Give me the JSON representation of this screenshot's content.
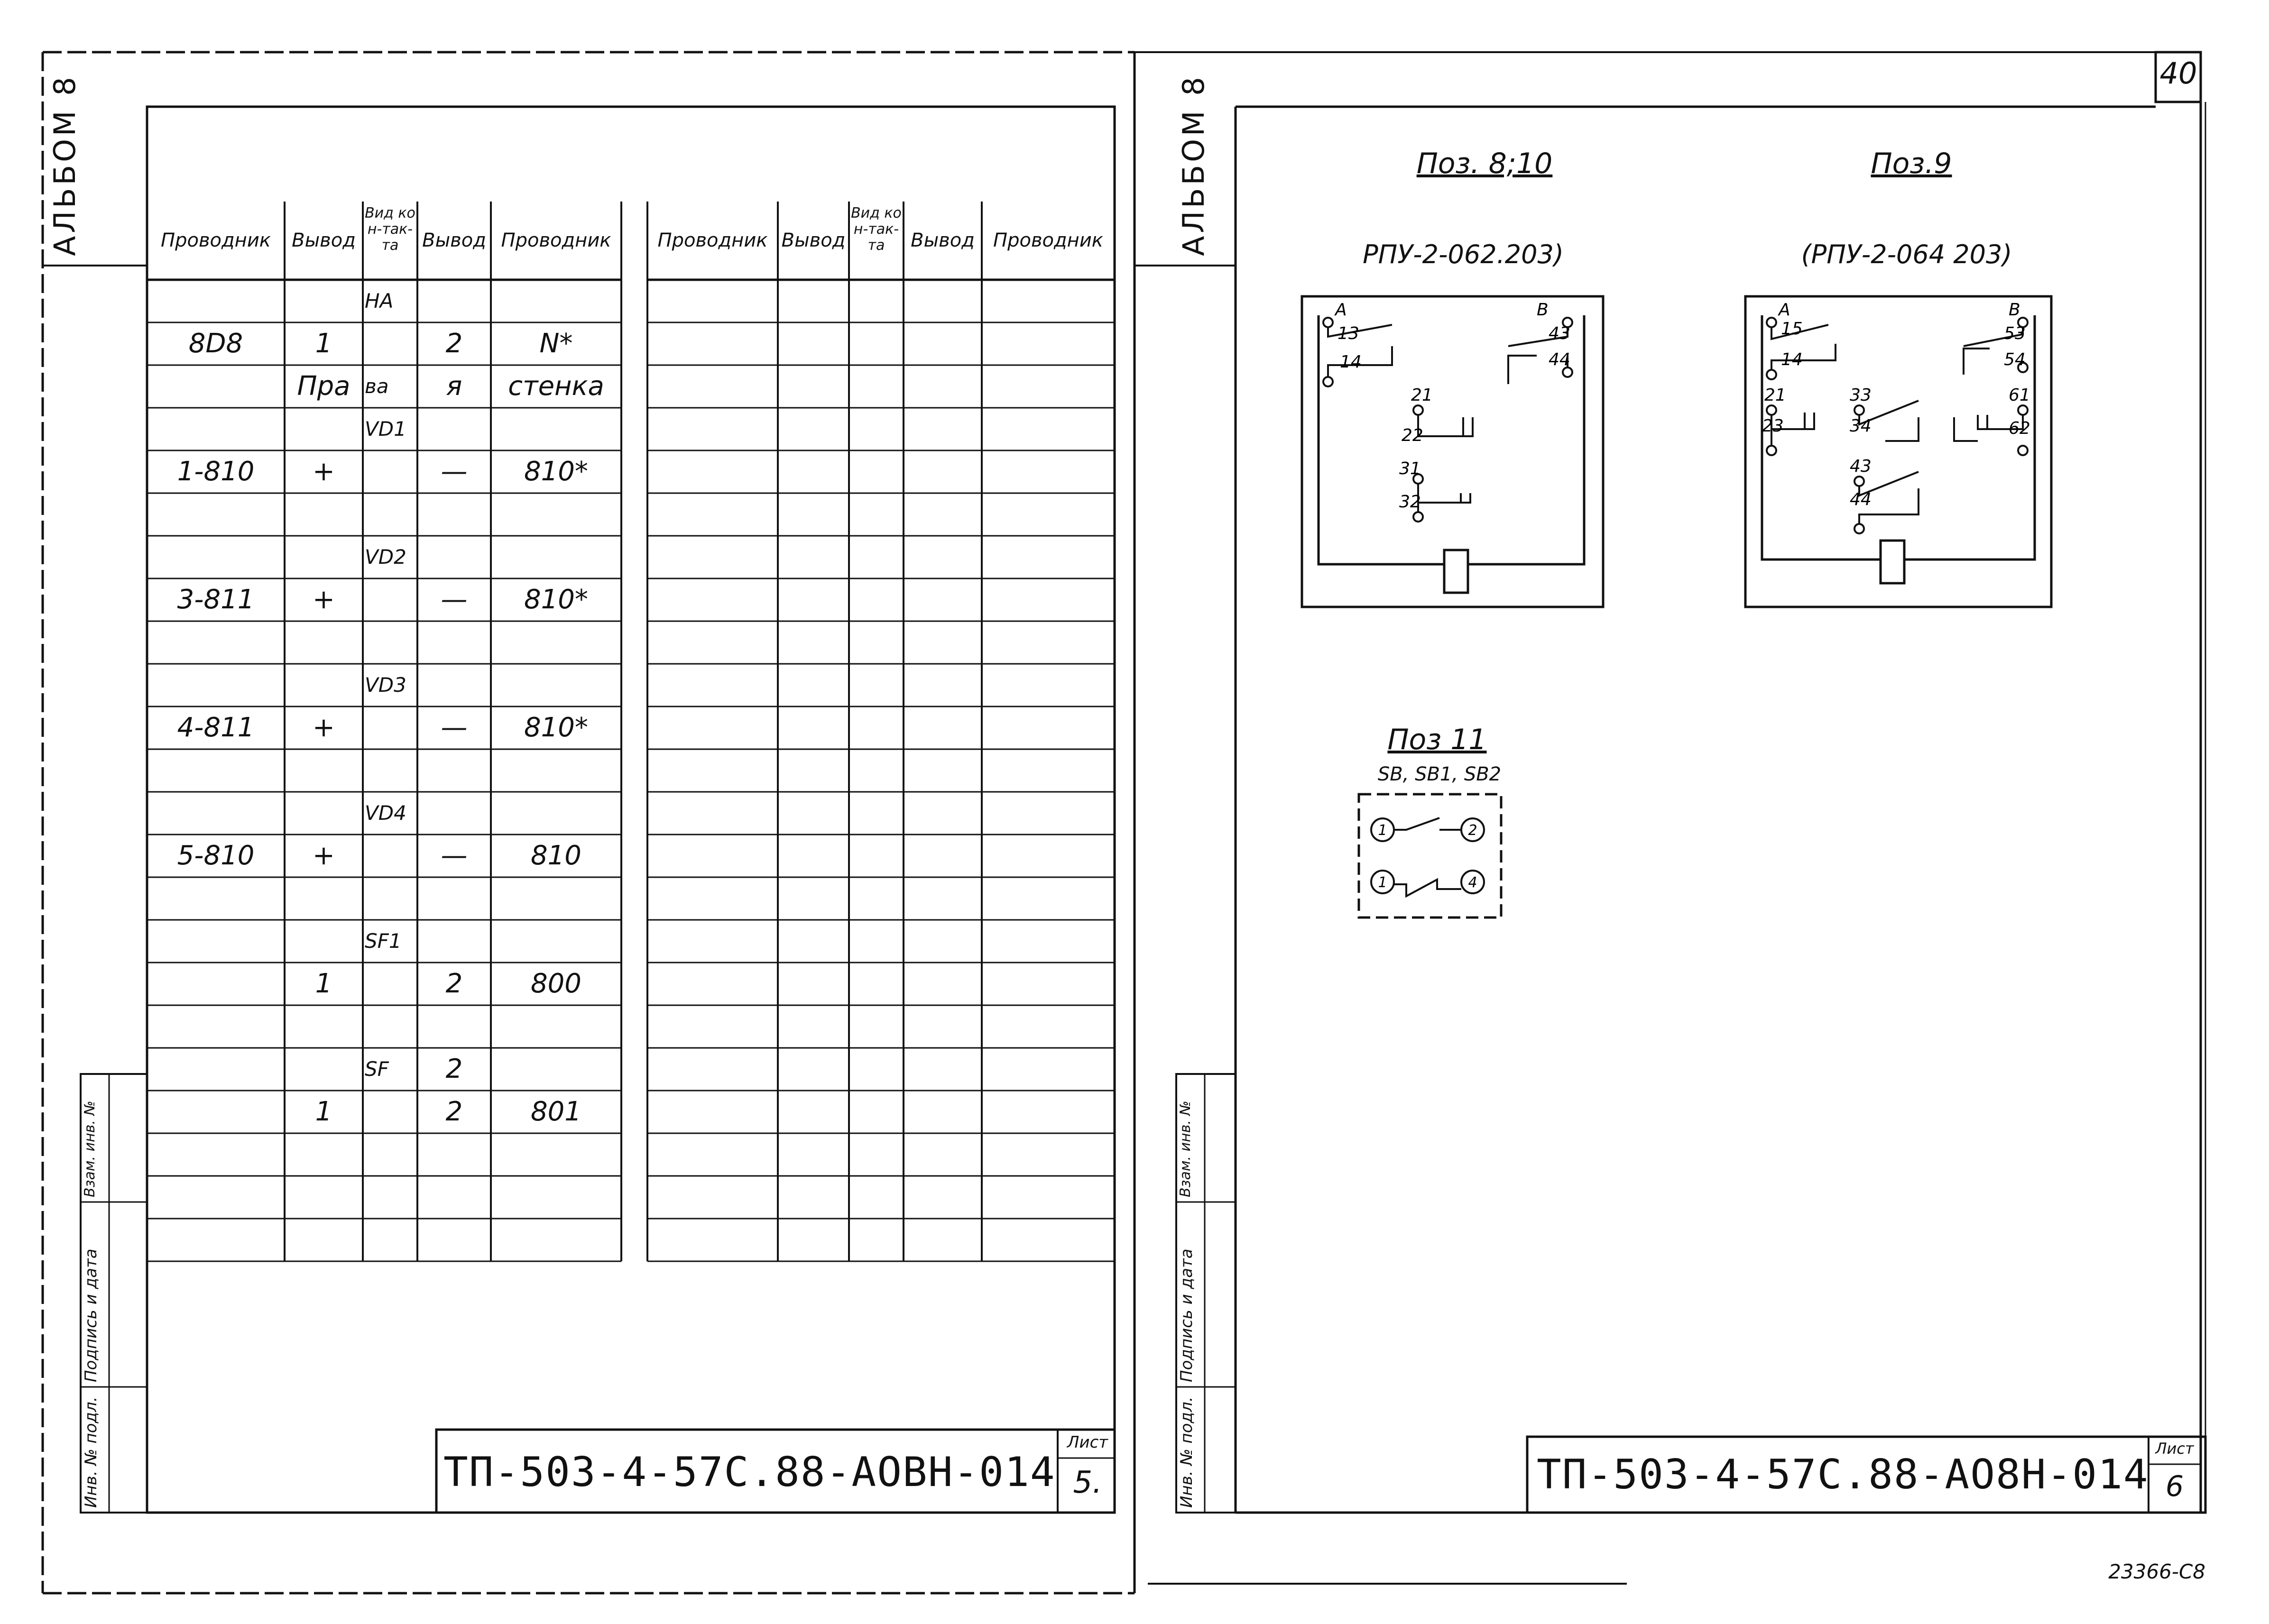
{
  "left_sheet": {
    "album_label": "АЛЬБОМ 8",
    "table_left": {
      "headers": [
        "Проводник",
        "Вывод",
        "Вид кон-так-та",
        "Вывод",
        "Проводник"
      ],
      "rows": [
        [
          "",
          "",
          "HA",
          "",
          ""
        ],
        [
          "8D8",
          "1",
          "",
          "2",
          "N*"
        ],
        [
          "",
          "Пра",
          "ва",
          "я",
          "стенка"
        ],
        [
          "",
          "",
          "VD1",
          "",
          ""
        ],
        [
          "1-810",
          "+",
          "",
          "—",
          "810*"
        ],
        [
          "",
          "",
          "",
          "",
          ""
        ],
        [
          "",
          "",
          "VD2",
          "",
          ""
        ],
        [
          "3-811",
          "+",
          "",
          "—",
          "810*"
        ],
        [
          "",
          "",
          "",
          "",
          ""
        ],
        [
          "",
          "",
          "VD3",
          "",
          ""
        ],
        [
          "4-811",
          "+",
          "",
          "—",
          "810*"
        ],
        [
          "",
          "",
          "",
          "",
          ""
        ],
        [
          "",
          "",
          "VD4",
          "",
          ""
        ],
        [
          "5-810",
          "+",
          "",
          "—",
          "810"
        ],
        [
          "",
          "",
          "",
          "",
          ""
        ],
        [
          "",
          "",
          "SF1",
          "",
          ""
        ],
        [
          "",
          "1",
          "",
          "2",
          "800"
        ],
        [
          "",
          "",
          "",
          "",
          ""
        ],
        [
          "",
          "",
          "SF",
          "2",
          ""
        ],
        [
          "",
          "1",
          "",
          "2",
          "801"
        ],
        [
          "",
          "",
          "",
          "",
          ""
        ],
        [
          "",
          "",
          "",
          "",
          ""
        ],
        [
          "",
          "",
          "",
          "",
          ""
        ]
      ]
    },
    "table_right": {
      "headers": [
        "Проводник",
        "Вывод",
        "Вид кон-так-та",
        "Вывод",
        "Проводник"
      ]
    },
    "side_stamp": [
      "Инв. № подл.",
      "Подпись и дата",
      "Взам. инв. №"
    ],
    "title_block": {
      "code": "ТП-503-4-57С.88-АОВН-014",
      "sheet_label": "Лист",
      "sheet_no": "5."
    }
  },
  "right_sheet": {
    "page_number": "40",
    "album_label": "АЛЬБОМ 8",
    "relay_a": {
      "pos_label": "Поз. 8;10",
      "model": "РПУ-2-062.203)",
      "coil_labels": [
        "А",
        "В"
      ],
      "contacts": [
        "13",
        "14",
        "43",
        "44",
        "21",
        "22",
        "31",
        "32"
      ]
    },
    "relay_b": {
      "pos_label": "Поз.9",
      "model": "(РПУ-2-064 203)",
      "coil_labels": [
        "А",
        "В"
      ],
      "contacts": [
        "15",
        "14",
        "53",
        "54",
        "21",
        "23",
        "33",
        "34",
        "61",
        "62",
        "43",
        "44"
      ]
    },
    "button": {
      "pos_label": "Поз 11",
      "ids": "SB, SB1, SB2",
      "terminals": [
        "1",
        "2",
        "1",
        "4"
      ]
    },
    "side_stamp": [
      "Инв. № подл.",
      "Подпись и дата",
      "Взам. инв. №"
    ],
    "title_block": {
      "code": "ТП-503-4-57С.88-АО8Н-014",
      "sheet_label": "Лист",
      "sheet_no": "6"
    }
  },
  "footer_code": "23366-С8"
}
